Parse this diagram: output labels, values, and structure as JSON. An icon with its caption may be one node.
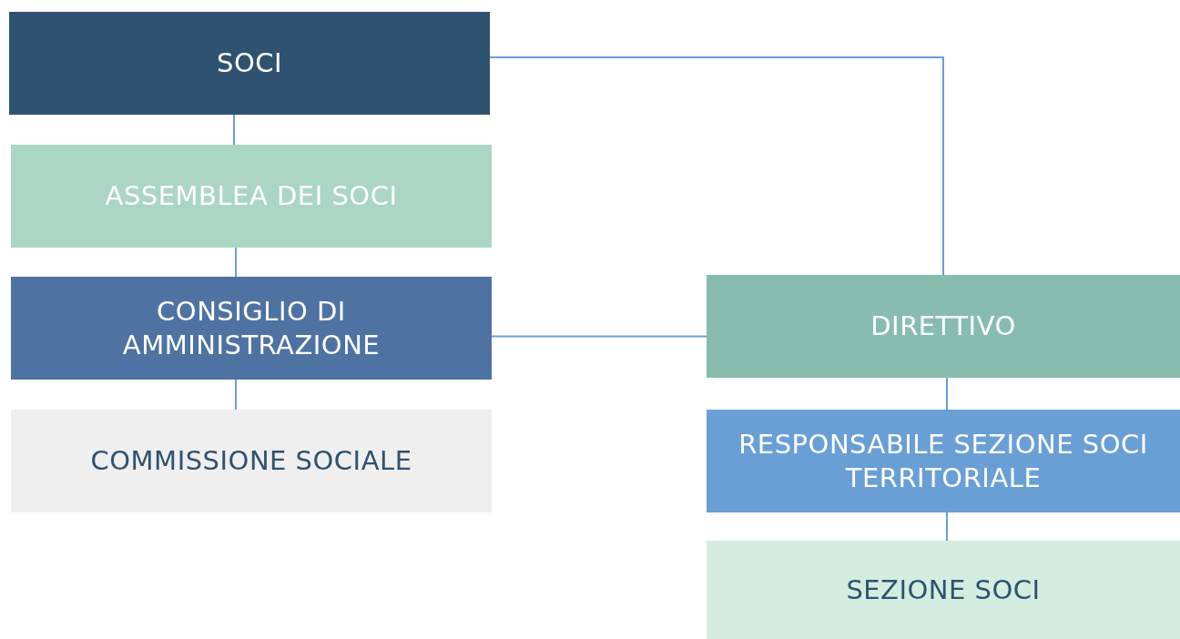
{
  "diagram": {
    "nodes": [
      {
        "text": [
          "SOCI"
        ]
      },
      {
        "text": [
          "ASSEMBLEA DEI SOCI"
        ]
      },
      {
        "text": [
          "CONSIGLIO DI AMMINISTRAZIONE"
        ]
      },
      {
        "text": [
          "COMMISSIONE SOCIALE"
        ]
      },
      {
        "text": [
          "DIRETTIVO"
        ]
      },
      {
        "text": [
          "RESPONSABILE SEZIONE SOCI TERRITORIALE"
        ]
      },
      {
        "text": [
          "SEZIONE SOCI"
        ]
      }
    ],
    "edges": [
      {
        "from": 0,
        "to": 1,
        "arrow": "none"
      },
      {
        "from": 1,
        "to": 2,
        "arrow": "none"
      },
      {
        "from": 2,
        "to": 3,
        "arrow": "none"
      },
      {
        "from": 0,
        "to": 4,
        "arrow": "none"
      },
      {
        "from": 2,
        "to": 4,
        "arrow": "none"
      },
      {
        "from": 4,
        "to": 5,
        "arrow": "none"
      },
      {
        "from": 5,
        "to": 6,
        "arrow": "none"
      }
    ]
  }
}
